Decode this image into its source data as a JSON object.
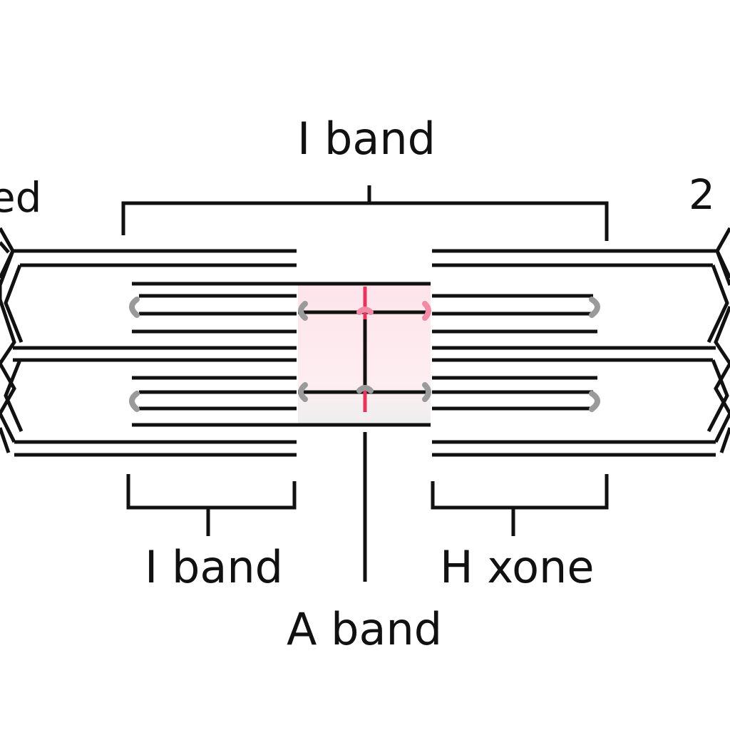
{
  "diagram": {
    "top_label": "I band",
    "left_edge_label": "ed",
    "right_edge_label": "2",
    "bottom_left_label": "I band",
    "bottom_right_label": "H xone",
    "bottom_center_label": "A band"
  },
  "colors": {
    "line": "#111111",
    "center_fill": "#fde8ec",
    "m_line": "#e8335a",
    "head_grey": "#9a9a9a",
    "head_pink": "#f08aa5"
  }
}
